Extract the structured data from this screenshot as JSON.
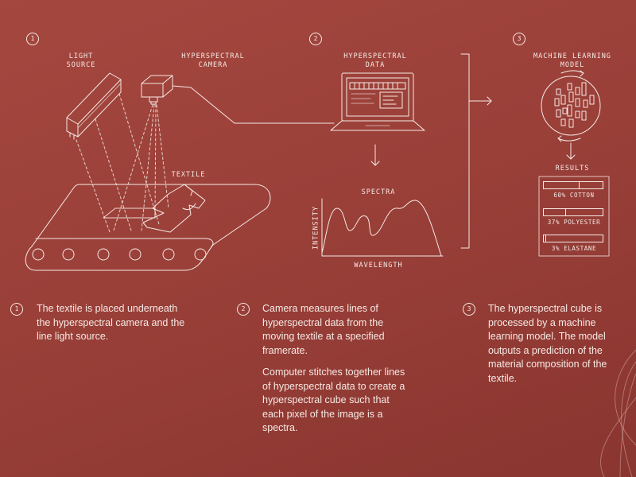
{
  "steps": [
    {
      "number": "1",
      "labels": {
        "light_source": "LIGHT\nSOURCE",
        "camera": "HYPERSPECTRAL\nCAMERA",
        "textile": "TEXTILE"
      }
    },
    {
      "number": "2",
      "labels": {
        "data": "HYPERSPECTRAL\nDATA",
        "spectra": "SPECTRA",
        "intensity": "INTENSITY",
        "wavelength": "WAVELENGTH"
      }
    },
    {
      "number": "3",
      "labels": {
        "model": "MACHINE LEARNING\nMODEL",
        "results": "RESULTS"
      }
    }
  ],
  "results": [
    {
      "label": "60% COTTON",
      "fraction": 0.6
    },
    {
      "label": "37% POLYESTER",
      "fraction": 0.37
    },
    {
      "label": "3% ELASTANE",
      "fraction": 0.03
    }
  ],
  "descriptions": [
    {
      "number": "1",
      "paragraphs": [
        "The textile is placed underneath the hyperspectral camera and the line light source."
      ]
    },
    {
      "number": "2",
      "paragraphs": [
        "Camera measures lines of hyperspectral data from the moving textile at a specified framerate.",
        "Computer stitches together lines of hyperspectral data to create a hyperspectral cube such that each pixel of the image is a spectra."
      ]
    },
    {
      "number": "3",
      "paragraphs": [
        "The hyperspectral cube is processed by a machine learning model. The model outputs a prediction of the material composition of the textile."
      ]
    }
  ],
  "colors": {
    "background": "#a4473f",
    "line": "#f6e9e4"
  }
}
